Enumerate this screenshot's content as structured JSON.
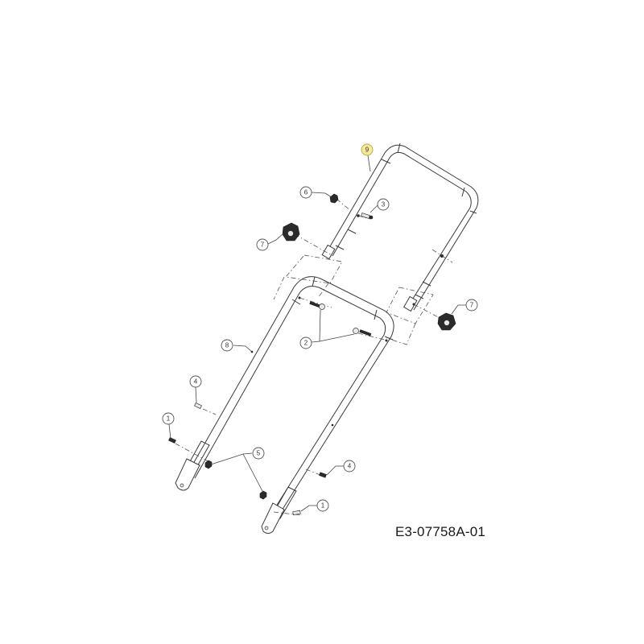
{
  "drawing": {
    "type": "exploded parts diagram",
    "subject": "lawn mower push handle assembly",
    "drawing_number": "E3-07758A-01"
  },
  "colors": {
    "line": "#3a3a3a",
    "highlight_fill": "#f6ea9a",
    "background": "#ffffff"
  },
  "callouts": {
    "c9_upper_handle": "9",
    "c6_upper": "6",
    "c3_upper": "3",
    "c7_left": "7",
    "c7_right": "7",
    "c2": "2",
    "c8_lower_handle": "8",
    "c4_left": "4",
    "c1_left": "1",
    "c5": "5",
    "c4_right": "4",
    "c1_right": "1"
  },
  "parts": [
    {
      "ref": "1",
      "name": "bolt",
      "count_shown": 2
    },
    {
      "ref": "2",
      "name": "handle bolt / pin",
      "count_shown": 2
    },
    {
      "ref": "3",
      "name": "carriage bolt",
      "count_shown": 1
    },
    {
      "ref": "4",
      "name": "screw",
      "count_shown": 2
    },
    {
      "ref": "5",
      "name": "nut / knob",
      "count_shown": 2
    },
    {
      "ref": "6",
      "name": "clip nut",
      "count_shown": 1
    },
    {
      "ref": "7",
      "name": "handle knob",
      "count_shown": 2
    },
    {
      "ref": "8",
      "name": "lower handle",
      "count_shown": 1
    },
    {
      "ref": "9",
      "name": "upper handle",
      "count_shown": 1,
      "highlighted": true
    }
  ]
}
